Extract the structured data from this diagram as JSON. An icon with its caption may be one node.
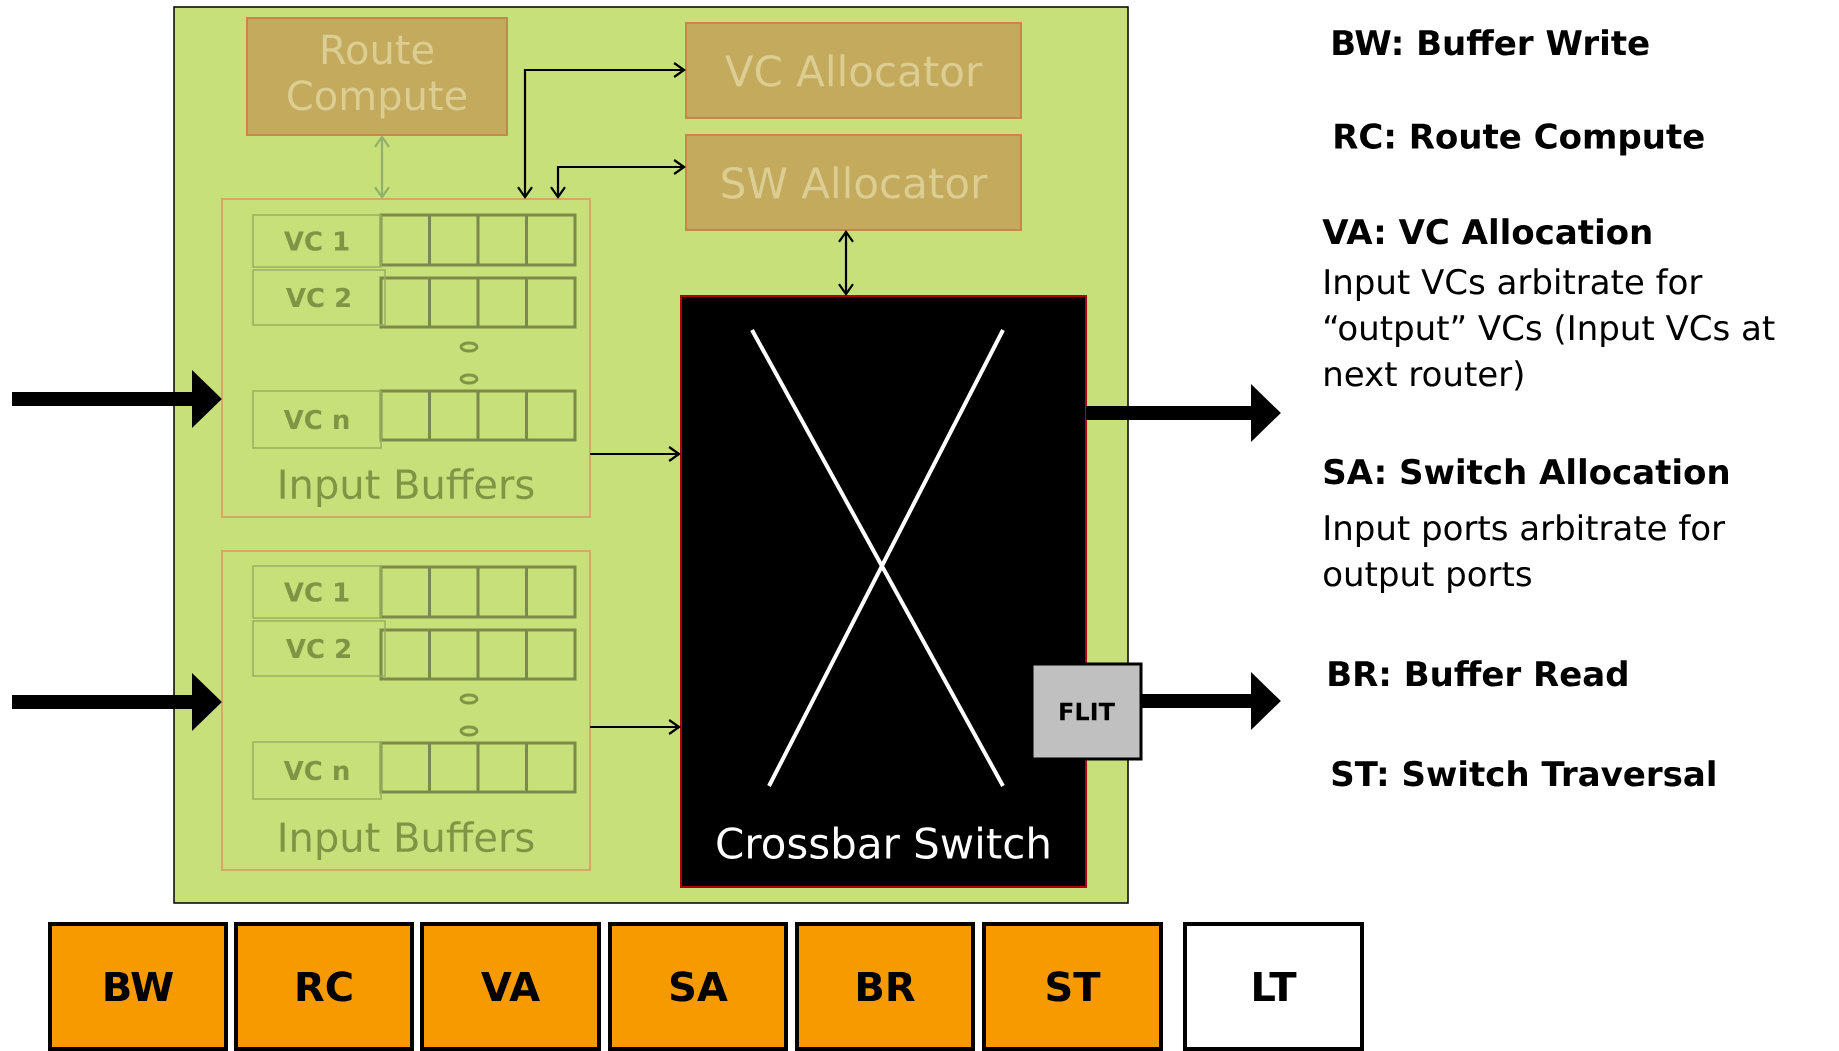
{
  "diagram": {
    "nodes": [
      {
        "text": [],
        "shape": "box"
      },
      {
        "text": [
          "Route Compute"
        ],
        "in": 0
      },
      {
        "text": [
          "VC Allocator"
        ],
        "in": 0
      },
      {
        "text": [
          "SW Allocator"
        ],
        "in": 0
      },
      {
        "text": [
          "Input Buffers"
        ],
        "in": 0
      },
      {
        "text": [
          "VC 1"
        ],
        "in": 4
      },
      {
        "text": [
          "VC 2"
        ],
        "in": 4
      },
      {
        "text": [
          "VC n"
        ],
        "in": 4
      },
      {
        "text": [
          "Input Buffers"
        ],
        "in": 0
      },
      {
        "text": [
          "VC 1"
        ],
        "in": 8
      },
      {
        "text": [
          "VC 2"
        ],
        "in": 8
      },
      {
        "text": [
          "VC n"
        ],
        "in": 8
      },
      {
        "text": [
          "Crossbar Switch"
        ],
        "in": 0
      },
      {
        "text": [
          "FLIT"
        ]
      },
      {
        "text": [
          "BW"
        ]
      },
      {
        "text": [
          "RC"
        ]
      },
      {
        "text": [
          "VA"
        ]
      },
      {
        "text": [
          "SA"
        ]
      },
      {
        "text": [
          "BR"
        ]
      },
      {
        "text": [
          "ST"
        ]
      },
      {
        "text": [
          "LT"
        ]
      }
    ],
    "edges": [
      {
        "from": null,
        "to": 4,
        "arrow": "to",
        "style": "thick"
      },
      {
        "from": null,
        "to": 8,
        "arrow": "to",
        "style": "thick"
      },
      {
        "from": 12,
        "to": null,
        "arrow": "to",
        "style": "thick"
      },
      {
        "from": 13,
        "to": null,
        "arrow": "to",
        "style": "thick"
      },
      {
        "from": 4,
        "to": 12,
        "arrow": "to"
      },
      {
        "from": 8,
        "to": 12,
        "arrow": "to"
      },
      {
        "from": 1,
        "to": 4,
        "arrow": "both",
        "color": "#93b06a"
      },
      {
        "from": 2,
        "to": 4,
        "arrow": "both"
      },
      {
        "from": 3,
        "to": 4,
        "arrow": "both"
      },
      {
        "from": 3,
        "to": 12,
        "arrow": "both"
      }
    ],
    "labels": [
      "BW: Buffer Write",
      "RC: Route Compute",
      "VA: VC Allocation",
      "Input VCs arbitrate for “output” VCs (Input VCs at next router)",
      "SA: Switch Allocation",
      "Input ports arbitrate for output ports",
      "BR: Buffer Read",
      "ST: Switch Traversal"
    ]
  }
}
